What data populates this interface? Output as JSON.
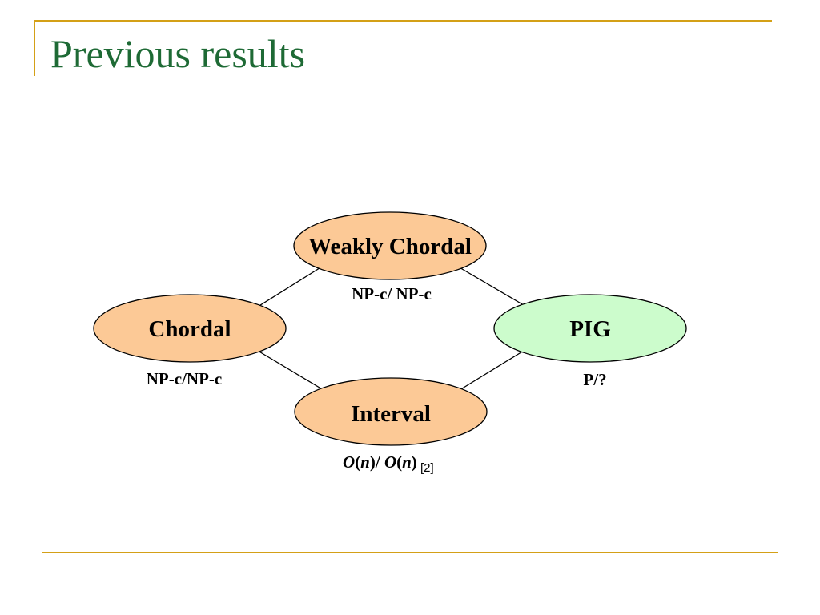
{
  "slide": {
    "title": "Previous results"
  },
  "diagram": {
    "nodes": {
      "weakly_chordal": {
        "label": "Weakly Chordal",
        "fill": "#fcc996"
      },
      "chordal": {
        "label": "Chordal",
        "fill": "#fcc996"
      },
      "pig": {
        "label": "PIG",
        "fill": "#ccfccc"
      },
      "interval": {
        "label": "Interval",
        "fill": "#fcc996"
      }
    },
    "results": {
      "weakly_chordal": "NP-c/ NP-c",
      "chordal": "NP-c/NP-c",
      "pig": "P/?",
      "interval": {
        "big_o_1": "O",
        "paren_open_1": "(",
        "n_1": "n",
        "paren_close_slash": ")/ ",
        "big_o_2": "O",
        "paren_open_2": "(",
        "n_2": "n",
        "paren_close_2": ")",
        "reference": " [2]"
      }
    }
  }
}
